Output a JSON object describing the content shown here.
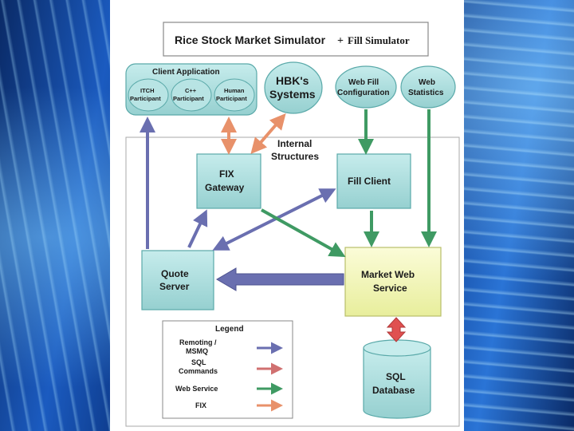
{
  "title": {
    "main": "Rice Stock Market Simulator",
    "plus": "+",
    "fill": "Fill Simulator"
  },
  "client_app": {
    "title": "Client Application",
    "participants": [
      {
        "line1": "ITCH",
        "line2": "Participant"
      },
      {
        "line1": "C++",
        "line2": "Participant"
      },
      {
        "line1": "Human",
        "line2": "Participant"
      }
    ]
  },
  "hbk": {
    "line1": "HBK's",
    "line2": "Systems"
  },
  "web_fill": {
    "line1": "Web Fill",
    "line2": "Configuration"
  },
  "web_stats": {
    "line1": "Web",
    "line2": "Statistics"
  },
  "internal": {
    "line1": "Internal",
    "line2": "Structures"
  },
  "fix_gateway": {
    "line1": "FIX",
    "line2": "Gateway"
  },
  "fill_client": {
    "label": "Fill Client"
  },
  "quote_server": {
    "line1": "Quote",
    "line2": "Server"
  },
  "market_web_service": {
    "line1": "Market Web",
    "line2": "Service"
  },
  "sql_db": {
    "line1": "SQL",
    "line2": "Database"
  },
  "legend": {
    "title": "Legend",
    "items": [
      {
        "lines": [
          "Remoting /",
          "MSMQ"
        ],
        "color": "#6a6fb0"
      },
      {
        "lines": [
          "SQL",
          "Commands"
        ],
        "color": "#d07070"
      },
      {
        "lines": [
          "Web Service"
        ],
        "color": "#3f9a63"
      },
      {
        "lines": [
          "FIX"
        ],
        "color": "#e8916a"
      }
    ]
  },
  "colors": {
    "teal_box": "#a8dcdc",
    "teal_stroke": "#5aa9a9",
    "yellow_box": "#f3f6b8",
    "remoting": "#6a6fb0",
    "sql": "#d07070",
    "webservice": "#3f9a63",
    "fix": "#e8916a"
  }
}
